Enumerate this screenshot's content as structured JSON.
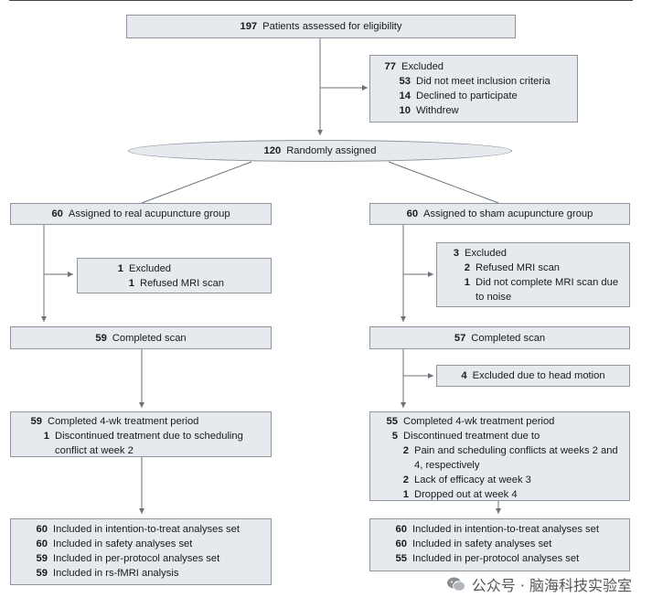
{
  "screening": {
    "num": "197",
    "text": "Patients assessed for eligibility"
  },
  "excluded_top": {
    "header": {
      "num": "77",
      "text": "Excluded"
    },
    "items": [
      {
        "num": "53",
        "text": "Did not meet inclusion criteria"
      },
      {
        "num": "14",
        "text": "Declined to participate"
      },
      {
        "num": "10",
        "text": "Withdrew"
      }
    ]
  },
  "randomized": {
    "num": "120",
    "text": "Randomly assigned"
  },
  "left": {
    "assigned": {
      "num": "60",
      "text": "Assigned to real acupuncture group"
    },
    "excluded": {
      "header": {
        "num": "1",
        "text": "Excluded"
      },
      "items": [
        {
          "num": "1",
          "text": "Refused MRI scan"
        }
      ]
    },
    "completed_scan": {
      "num": "59",
      "text": "Completed scan"
    },
    "treatment": {
      "header": {
        "num": "59",
        "text": "Completed 4-wk treatment period"
      },
      "items": [
        {
          "num": "1",
          "text": "Discontinued treatment due to scheduling conflict at week 2"
        }
      ]
    },
    "analysis": [
      {
        "num": "60",
        "text": "Included in intention-to-treat analyses set"
      },
      {
        "num": "60",
        "text": "Included in safety analyses set"
      },
      {
        "num": "59",
        "text": "Included in per-protocol analyses set"
      },
      {
        "num": "59",
        "text": "Included in rs-fMRI analysis"
      }
    ]
  },
  "right": {
    "assigned": {
      "num": "60",
      "text": "Assigned to sham acupuncture group"
    },
    "excluded": {
      "header": {
        "num": "3",
        "text": "Excluded"
      },
      "items": [
        {
          "num": "2",
          "text": "Refused MRI scan"
        },
        {
          "num": "1",
          "text": "Did not complete MRI scan due to noise"
        }
      ]
    },
    "completed_scan": {
      "num": "57",
      "text": "Completed scan"
    },
    "head_motion": {
      "num": "4",
      "text": "Excluded due to head motion"
    },
    "treatment": {
      "header": {
        "num": "55",
        "text": "Completed 4-wk treatment period"
      },
      "sub": {
        "num": "5",
        "text": "Discontinued treatment due to"
      },
      "items": [
        {
          "num": "2",
          "text": "Pain and scheduling conflicts at weeks 2 and 4, respectively"
        },
        {
          "num": "2",
          "text": "Lack of efficacy at week 3"
        },
        {
          "num": "1",
          "text": "Dropped out at week 4"
        }
      ]
    },
    "analysis": [
      {
        "num": "60",
        "text": "Included in intention-to-treat analyses set"
      },
      {
        "num": "60",
        "text": "Included in safety analyses set"
      },
      {
        "num": "55",
        "text": "Included in per-protocol analyses set"
      }
    ]
  },
  "watermark": {
    "text": "公众号 · 脑海科技实验室",
    "icon": "wechat-icon"
  },
  "colors": {
    "box_fill": "#e6eaef",
    "box_border": "#8e959c",
    "connector": "#6b7177"
  }
}
